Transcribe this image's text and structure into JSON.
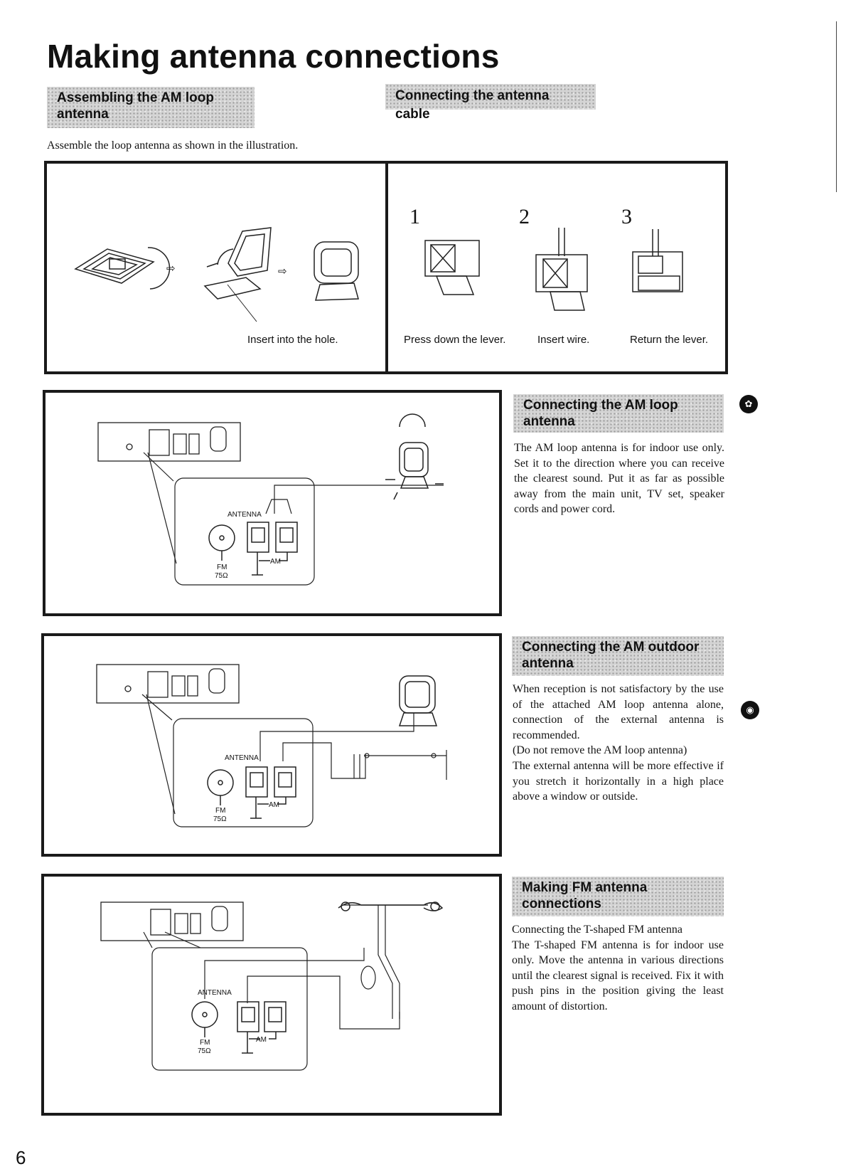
{
  "page": {
    "title": "Making antenna connections",
    "page_number": "6"
  },
  "assembling": {
    "header": "Assembling the AM loop antenna",
    "intro": "Assemble the loop antenna as shown in the illustration.",
    "caption": "Insert into the hole."
  },
  "cable": {
    "header": "Connecting the antenna cable",
    "steps": [
      {
        "number": "1",
        "caption": "Press down the lever."
      },
      {
        "number": "2",
        "caption": "Insert wire."
      },
      {
        "number": "3",
        "caption": "Return the lever."
      }
    ]
  },
  "am_loop": {
    "header": "Connecting the AM loop antenna",
    "body": "The AM loop antenna is for indoor use only. Set it to the direction where you can receive the clearest sound. Put it as far as possible away from the main unit, TV set, speaker cords and power cord."
  },
  "am_outdoor": {
    "header": "Connecting the AM outdoor antenna",
    "body_lines": [
      "When reception is not satisfactory by the use of the attached AM loop antenna alone, connection of the external antenna is recommended.",
      "(Do not remove the AM loop antenna)",
      "The external antenna will be more effective if you stretch it horizontally in a high place above a window or outside."
    ]
  },
  "fm": {
    "header": "Making FM antenna connections",
    "subheading": "Connecting the T-shaped FM antenna",
    "body": "The T-shaped FM antenna is for indoor use only. Move the antenna in various directions until the clearest signal is received. Fix it with push pins in the position giving the least amount of distortion."
  },
  "diagram_labels": {
    "antenna": "ANTENNA",
    "am": "AM",
    "fm": "FM",
    "fm_impedance": "75Ω"
  },
  "icons": [
    "leaf-icon",
    "globe-icon"
  ]
}
